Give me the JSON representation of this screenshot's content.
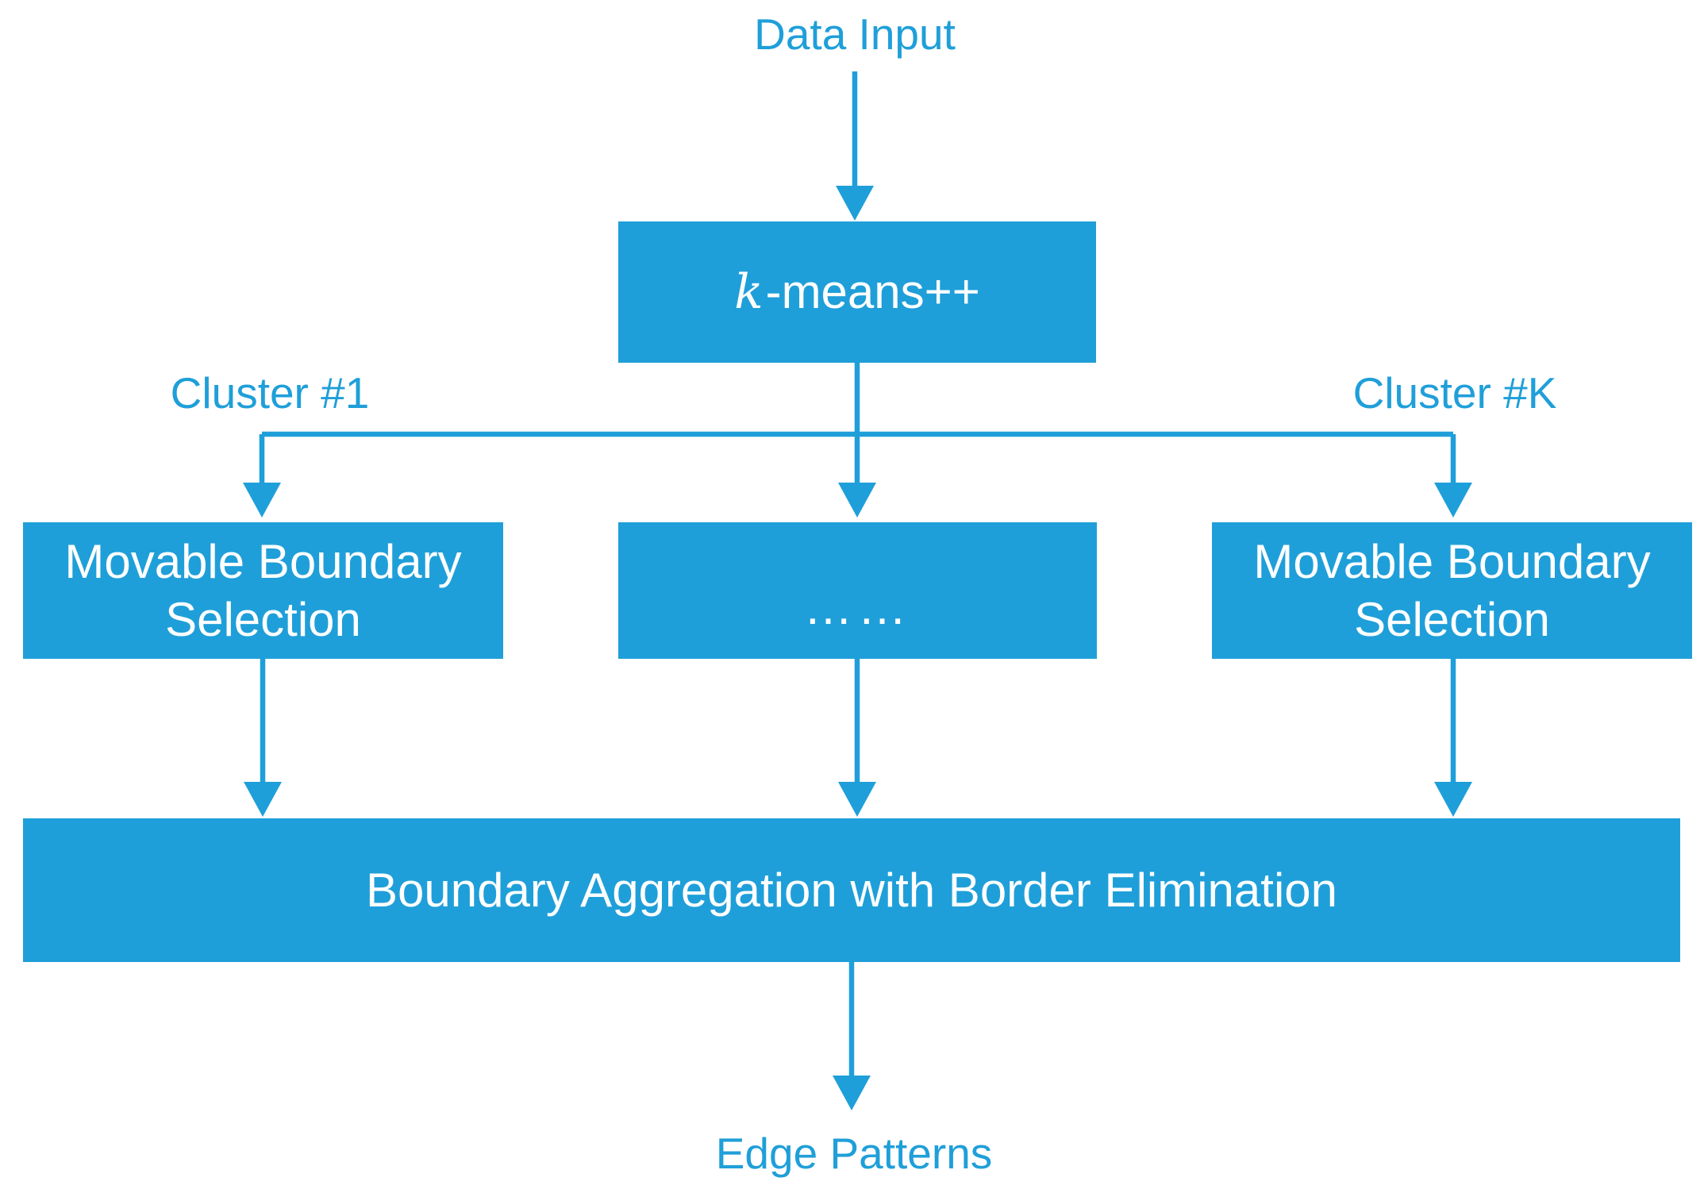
{
  "diagram": {
    "background_color": "#FFFFFF",
    "accent_color": "#1F9FD9",
    "box_fill_color": "#1F9FD9",
    "box_text_color": "#FFFFFF",
    "labels": {
      "data_input": "Data Input",
      "cluster_1": "Cluster #1",
      "cluster_k": "Cluster #K",
      "edge_patterns": "Edge Patterns"
    },
    "nodes": {
      "kmeans": {
        "k": "k",
        "suffix": "-means++"
      },
      "movable_boundary_left": "Movable Boundary Selection",
      "ellipsis": "……",
      "movable_boundary_right": "Movable Boundary Selection",
      "aggregation": "Boundary Aggregation with Border Elimination"
    }
  }
}
